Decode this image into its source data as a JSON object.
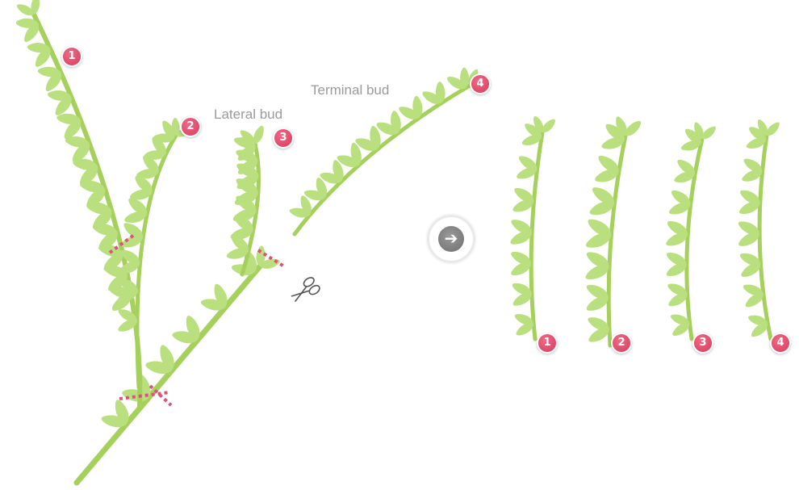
{
  "labels": {
    "lateral_bud": "Lateral bud",
    "terminal_bud": "Terminal bud"
  },
  "badges": {
    "top": [
      "1",
      "2",
      "3",
      "4"
    ],
    "bottom": [
      "1",
      "2",
      "3",
      "4"
    ]
  },
  "icons": {
    "next_arrow": "arrow-right-icon",
    "scissors": "scissors-icon",
    "arrow_glyph": "➔"
  },
  "colors": {
    "leaf": "#b9df7e",
    "stem": "#a6d05c",
    "badge": "#e04569",
    "cut_line": "#e0507a",
    "label": "#9a9a9a"
  }
}
